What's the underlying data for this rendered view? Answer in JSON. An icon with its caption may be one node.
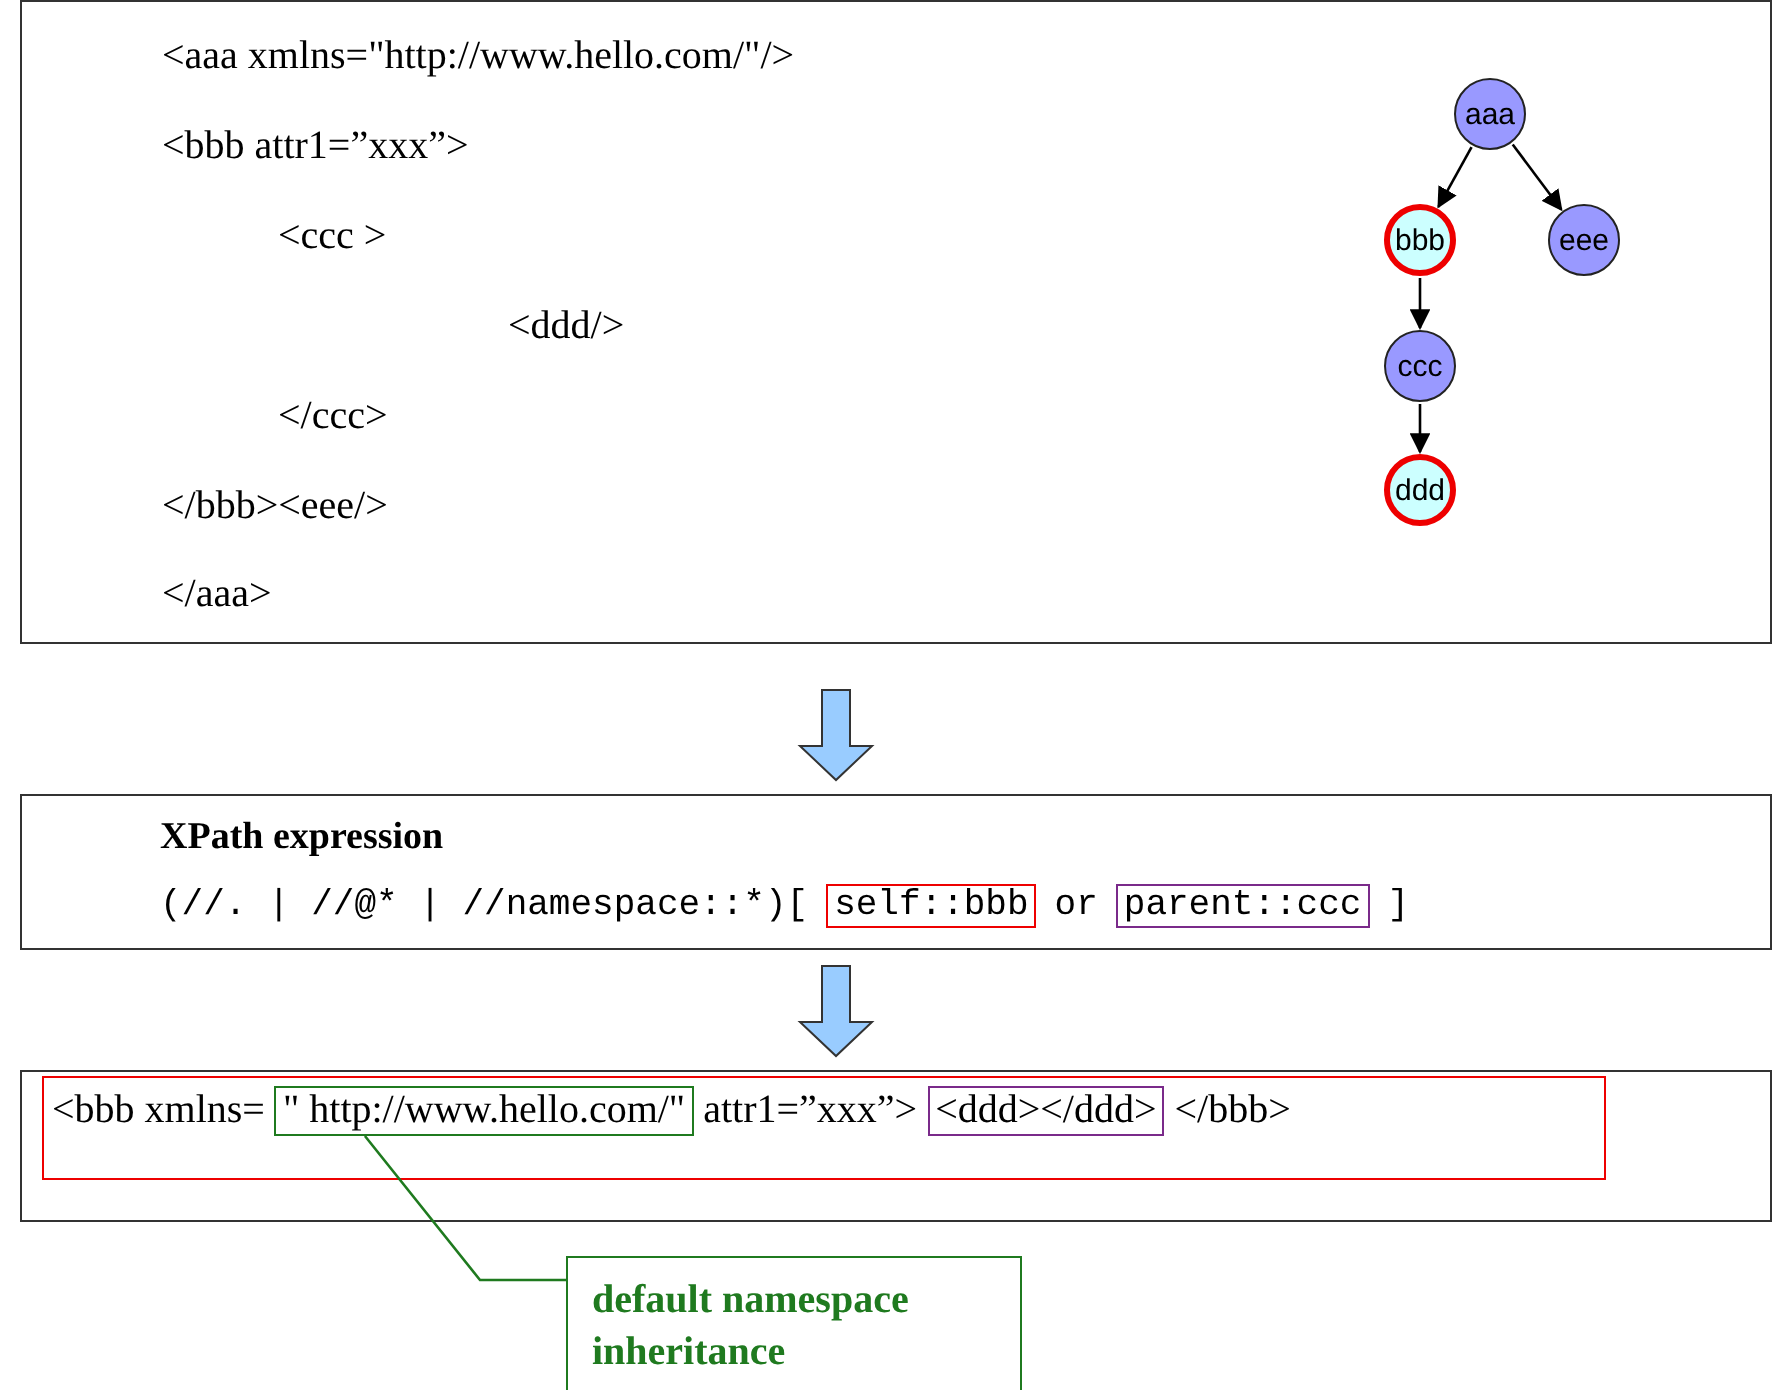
{
  "diagram": {
    "nodes": [
      {
        "text": [
          "<aaa xmlns=\"http://www.hello.com/\"/>",
          "<bbb attr1=”xxx”>",
          "<ccc >",
          "<ddd/>",
          "</ccc>",
          "</bbb><eee/>",
          "</aaa>"
        ]
      },
      {
        "text": [
          "aaa"
        ],
        "in": 0
      },
      {
        "text": [
          "bbb"
        ],
        "in": 0
      },
      {
        "text": [
          "eee"
        ],
        "in": 0
      },
      {
        "text": [
          "ccc"
        ],
        "in": 0
      },
      {
        "text": [
          "ddd"
        ],
        "in": 0
      },
      {
        "text": [
          "XPath expression",
          "(//. | //@* | //namespace::*)[",
          "or",
          "]"
        ]
      },
      {
        "text": [
          "self::bbb"
        ],
        "in": 6
      },
      {
        "text": [
          "parent::ccc"
        ],
        "in": 6
      },
      {
        "text": [],
        "shape": "box"
      },
      {
        "text": [
          "<bbb xmlns=",
          "attr1=”xxx”>",
          "</bbb>"
        ],
        "in": 9
      },
      {
        "text": [
          "\" http://www.hello.com/\""
        ],
        "in": 10
      },
      {
        "text": [
          "<ddd></ddd>"
        ],
        "in": 10
      },
      {
        "text": [
          "default namespace inheritance"
        ]
      }
    ],
    "edges": [
      {
        "from": 1,
        "to": 2,
        "arrow": "to"
      },
      {
        "from": 1,
        "to": 3,
        "arrow": "to"
      },
      {
        "from": 2,
        "to": 4,
        "arrow": "to"
      },
      {
        "from": 4,
        "to": 5,
        "arrow": "to"
      },
      {
        "from": 0,
        "to": 6,
        "arrow": "to",
        "style": "thick"
      },
      {
        "from": 6,
        "to": 9,
        "arrow": "to",
        "style": "thick"
      },
      {
        "from": 13,
        "to": 11,
        "arrow": "none",
        "color": "#1f7a1f"
      }
    ]
  }
}
